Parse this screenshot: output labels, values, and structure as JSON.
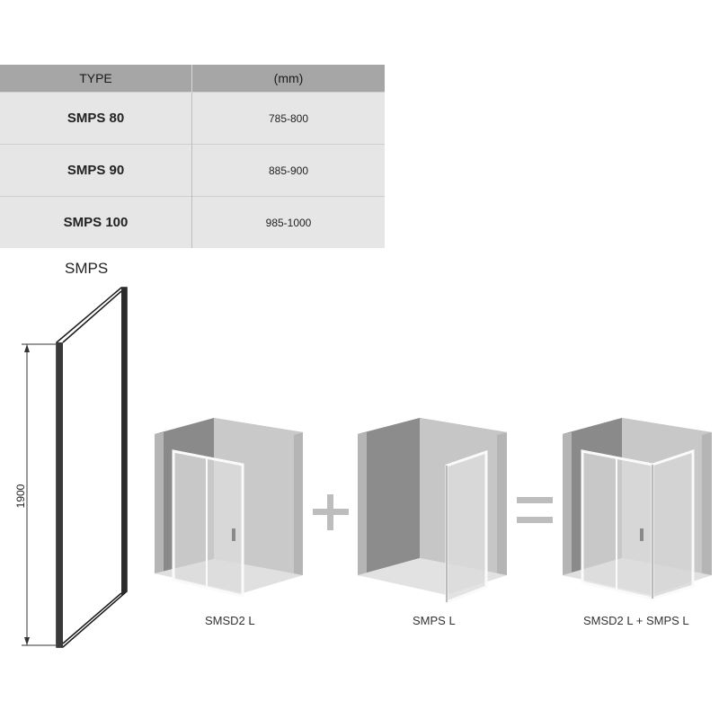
{
  "table": {
    "headers": {
      "type": "TYPE",
      "size": "(mm)"
    },
    "rows": [
      {
        "type": "SMPS 80",
        "size": "785-800"
      },
      {
        "type": "SMPS 90",
        "size": "885-900"
      },
      {
        "type": "SMPS 100",
        "size": "985-1000"
      }
    ]
  },
  "panel": {
    "title": "SMPS",
    "height_dimension": "1900"
  },
  "assembly": {
    "item_1": "SMSD2 L",
    "plus_symbol": "+",
    "item_2": "SMPS L",
    "equals_symbol": "=",
    "result": "SMSD2 L + SMPS L"
  }
}
